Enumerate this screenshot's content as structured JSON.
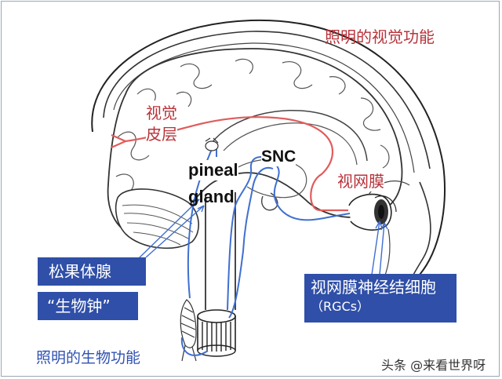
{
  "title": "照明的视觉功能",
  "labels": {
    "visual_cortex_line1": "视觉",
    "visual_cortex_line2": "皮层",
    "retina": "视网膜",
    "pineal_line1": "pineal",
    "pineal_line2": "gland",
    "snc": "SNC"
  },
  "boxes": {
    "pineal_cn": "松果体腺",
    "bio_clock": "“生物钟”",
    "rgc_line1": "视网膜神经结细胞",
    "rgc_line2": "（RGCs）"
  },
  "caption": "照明的生物功能",
  "watermark": "头条 @来看世界呀",
  "colors": {
    "visual_pathway": "#e15c5c",
    "biological_pathway": "#3f6fd0",
    "label_box": "#2f4fa8"
  }
}
